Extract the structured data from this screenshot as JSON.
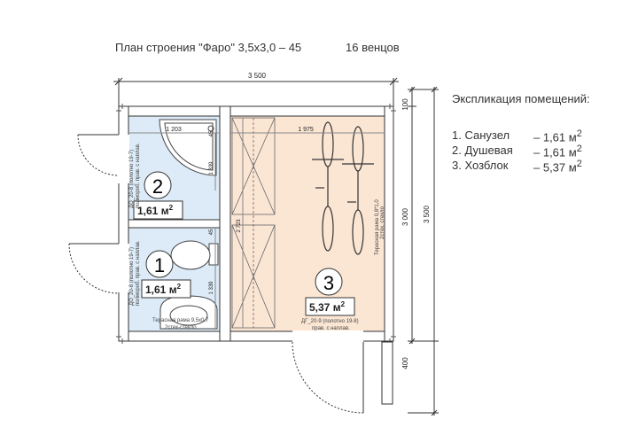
{
  "header": {
    "title": "План строения \"Фаро\" 3,5х3,0 – 45",
    "rows": "16 венцов"
  },
  "dimensions": {
    "overall_width": "3 500",
    "room3_inner_width": "1 975",
    "left_inner_width": "1 203",
    "height_total": "3 500",
    "height_house": "3 000",
    "height_top": "100",
    "height_bottom": "400",
    "shower_depth": "1 339",
    "toilet_depth": "1 339",
    "corridor_len": "2 723",
    "wall_45_a": "45",
    "wall_45_b": "45"
  },
  "rooms": [
    {
      "number": "1",
      "area": "1,61 м",
      "power": "2"
    },
    {
      "number": "2",
      "area": "1,61 м",
      "power": "2"
    },
    {
      "number": "3",
      "area": "5,37 м",
      "power": "2"
    }
  ],
  "annotations": {
    "door_room2_l1": "ДО_20-8 (полотно 19-7)",
    "door_room2_l2": "полмороб. прав. с наплав.",
    "door_room1_l1": "ДО_20-8 (полотно 19-7)",
    "door_room1_l2": "полмороб. прав. с наплав.",
    "window_room1_l1": "Терасная рама 9,5х0,7",
    "window_room1_l2": "2стек-стекло",
    "window_room3_l1": "Терасная рама 0,8*1,0",
    "window_room3_l2": "2стек. стекло",
    "door_room3_l1": "ДГ_20-9 (полотно 19-8)",
    "door_room3_l2": "прав. с наплав."
  },
  "legend": {
    "title": "Экспликация помещений:",
    "items": [
      {
        "name": "1. Санузел",
        "area": "– 1,61 м",
        "power": "2"
      },
      {
        "name": "2. Душевая",
        "area": "– 1,61 м",
        "power": "2"
      },
      {
        "name": "3. Хозблок",
        "area": "– 5,37 м",
        "power": "2"
      }
    ]
  },
  "colors": {
    "room_blue": "#dcebf7",
    "room_peach": "#fbe6d4",
    "wall": "#ffffff",
    "line": "#333333"
  }
}
